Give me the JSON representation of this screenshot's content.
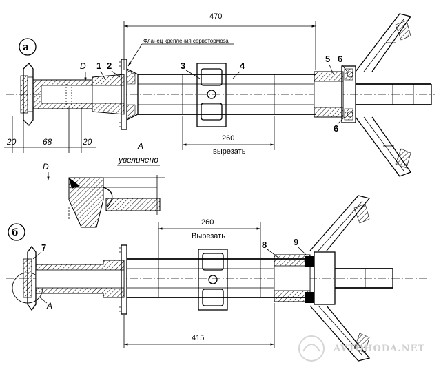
{
  "view_a": {
    "marker": "а",
    "dim_overall": "470",
    "dim_cut": "260",
    "cut_label": "вырезать",
    "flange_note": "Фланец крепления сервотормоза",
    "dim_left_1": "20",
    "dim_left_2": "68",
    "dim_left_3": "20",
    "section_letter": "D",
    "callouts": [
      "1",
      "2",
      "3",
      "4",
      "5",
      "6",
      "6"
    ]
  },
  "detail": {
    "letter": "A",
    "caption": "увеличено",
    "section_letter": "D"
  },
  "view_b": {
    "marker": "б",
    "dim_cut": "260",
    "cut_label": "Вырезать",
    "dim_overall": "415",
    "detail_ref": "A",
    "callouts": [
      "7",
      "8",
      "9"
    ]
  },
  "watermark": "AVTOHODA.NET"
}
